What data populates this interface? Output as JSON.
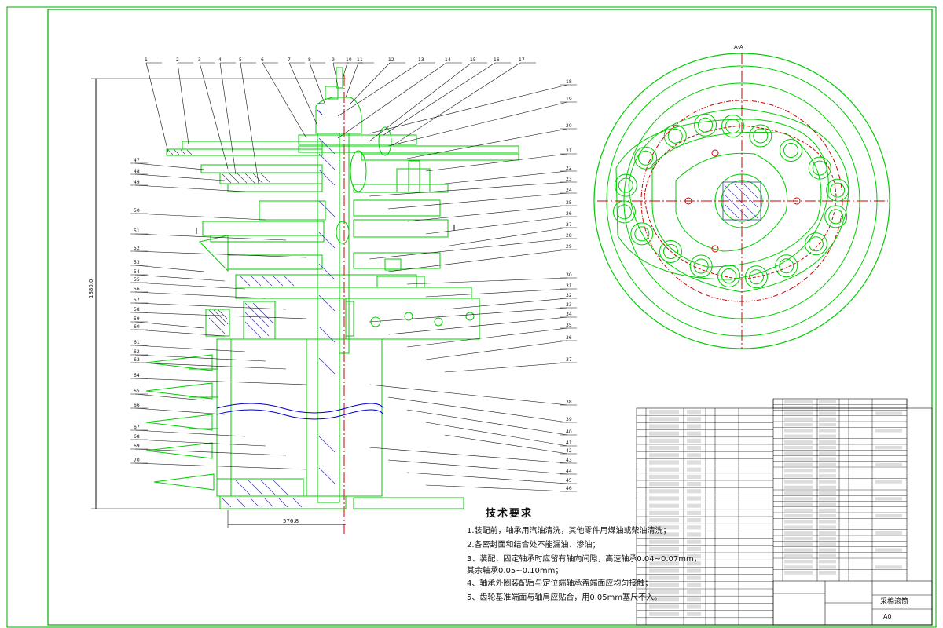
{
  "section_label": "A-A",
  "dim_height": "1880.0",
  "dim_width": "576.8",
  "title_block": {
    "drawing_name": "采棉滚筒",
    "sheet_size": "A0"
  },
  "tech_requirements": {
    "title": "技术要求",
    "lines": [
      "1.装配前，轴承用汽油清洗，其他零件用煤油或柴油清洗；",
      "2.各密封面和结合处不能漏油、渗油；",
      "3、装配、固定轴承时应留有轴向间隙，高速轴承0.04~0.07mm，",
      "   其余轴承0.05~0.10mm；",
      "4、轴承外圈装配后与定位端轴承盖端面应均匀接触；",
      "5、齿轮基准端面与轴肩应贴合，用0.05mm塞尺不入。"
    ]
  },
  "balloons_top": [
    "1",
    "2",
    "3",
    "4",
    "5",
    "6",
    "7",
    "8",
    "9",
    "10",
    "11",
    "12",
    "13",
    "14",
    "15",
    "16",
    "17"
  ],
  "balloons_right": [
    "18",
    "19",
    "20",
    "21",
    "22",
    "23",
    "24",
    "25",
    "26",
    "27",
    "28",
    "29",
    "30",
    "31",
    "32",
    "33",
    "34",
    "35",
    "36",
    "37",
    "38",
    "39",
    "40",
    "41",
    "42",
    "43",
    "44",
    "45",
    "46"
  ],
  "balloons_left": [
    "47",
    "48",
    "49",
    "50",
    "51",
    "52",
    "53",
    "54",
    "55",
    "56",
    "57",
    "58",
    "59",
    "60",
    "61",
    "62",
    "63",
    "64",
    "65",
    "66",
    "67",
    "68",
    "69",
    "70"
  ],
  "bom_left_rows": 30,
  "bom_right_rows": 32,
  "colors": {
    "line": "#00cc00",
    "section": "#cc0000",
    "frame": "#00aa00",
    "text": "#111111",
    "hatch": "#333399",
    "wave": "#0000cc"
  }
}
